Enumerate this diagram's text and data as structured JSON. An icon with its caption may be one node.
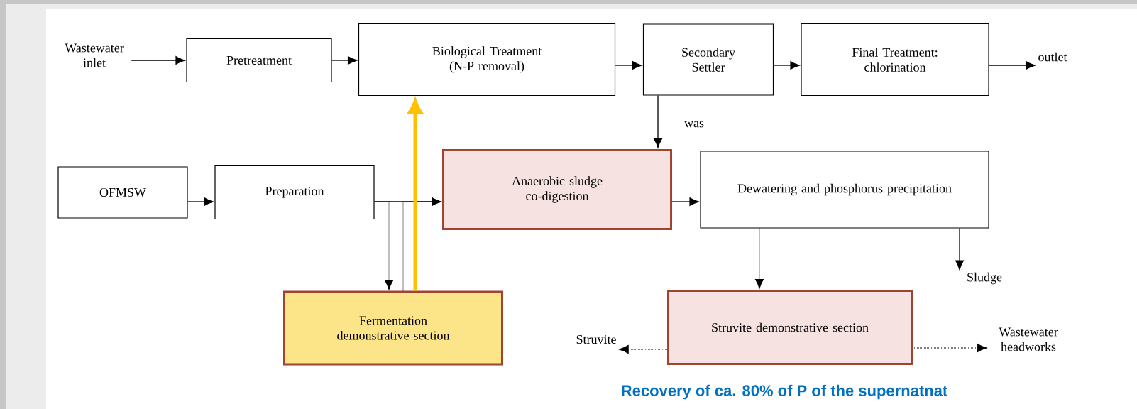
{
  "diagram": {
    "caption": "Recovery of ca. 80% of P of the supernatnat",
    "nodes": [
      {
        "text": [
          "Wastewater inlet"
        ]
      },
      {
        "text": [
          "Pretreatment"
        ]
      },
      {
        "text": [
          "Biological Treatment (N-P removal)"
        ]
      },
      {
        "text": [
          "Secondary Settler"
        ]
      },
      {
        "text": [
          "Final Treatment: chlorination"
        ]
      },
      {
        "text": [
          "outlet"
        ]
      },
      {
        "text": [
          "OFMSW"
        ]
      },
      {
        "text": [
          "Preparation"
        ]
      },
      {
        "text": [
          "Anaerobic sludge co-digestion"
        ]
      },
      {
        "text": [
          "Dewatering and phosphorus precipitation"
        ]
      },
      {
        "text": [
          "Fermentation demonstrative section"
        ]
      },
      {
        "text": [
          "Sludge"
        ]
      },
      {
        "text": [
          "Struvite demonstrative section"
        ]
      },
      {
        "text": [
          "Struvite"
        ]
      },
      {
        "text": [
          "Wastewater headworks"
        ]
      }
    ],
    "edges": [
      {
        "from": 0,
        "to": 1,
        "arrow": "to"
      },
      {
        "from": 1,
        "to": 2,
        "arrow": "to"
      },
      {
        "from": 2,
        "to": 3,
        "arrow": "to"
      },
      {
        "from": 3,
        "to": 4,
        "arrow": "to"
      },
      {
        "from": 4,
        "to": 5,
        "arrow": "to"
      },
      {
        "from": 3,
        "to": 8,
        "arrow": "to",
        "label": "was"
      },
      {
        "from": 6,
        "to": 7,
        "arrow": "to"
      },
      {
        "from": 7,
        "to": 8,
        "arrow": "to"
      },
      {
        "from": 8,
        "to": 9,
        "arrow": "to"
      },
      {
        "from": 9,
        "to": 11,
        "arrow": "to"
      },
      {
        "from": 9,
        "to": 12,
        "arrow": "to",
        "style": "dashed"
      },
      {
        "from": 12,
        "to": 13,
        "arrow": "to",
        "style": "dashed"
      },
      {
        "from": 12,
        "to": 14,
        "arrow": "to",
        "style": "dashed"
      },
      {
        "from": 7,
        "to": 10,
        "arrow": "to",
        "style": "dashed"
      },
      {
        "from": 10,
        "to": 8,
        "arrow": "to",
        "style": "dashed"
      },
      {
        "from": 10,
        "to": 2,
        "arrow": "to",
        "style": "thick",
        "color": "#ffc000"
      }
    ]
  }
}
